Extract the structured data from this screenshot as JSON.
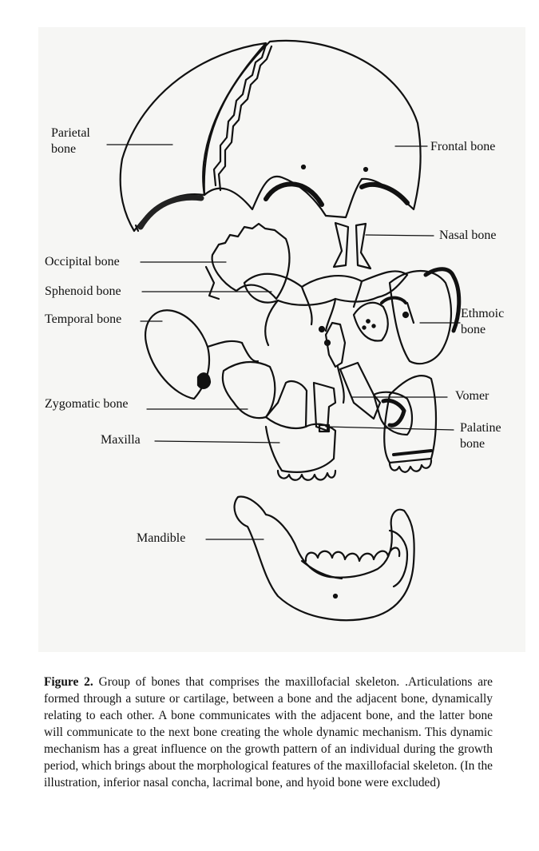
{
  "labels": {
    "parietal": "Parietal\nbone",
    "frontal": "Frontal bone",
    "nasal": "Nasal bone",
    "occipital": "Occipital bone",
    "sphenoid": "Sphenoid bone",
    "temporal": "Temporal bone",
    "ethmoid": "Ethmoic\nbone",
    "zygomatic": "Zygomatic bone",
    "vomer": "Vomer",
    "maxilla": "Maxilla",
    "palatine": "Palatine\nbone",
    "mandible": "Mandible"
  },
  "caption": {
    "label": "Figure 2.",
    "text": " Group of bones that comprises the maxillofacial skeleton. .Articulations are formed through a suture or cartilage, between a bone and the adjacent bone, dynamically relating to each other. A bone communicates with the adjacent bone, and the latter bone will communicate to the next bone creating the whole dynamic mechanism. This dynamic mechanism has a great influence on the growth pattern of an individual during the growth period, which brings about the morphological features of the maxillofacial skeleton. (In the illustration, inferior nasal concha, lacrimal bone, and hyoid bone were excluded)"
  },
  "colors": {
    "ink": "#111111",
    "figure_background": "#f6f6f4"
  }
}
